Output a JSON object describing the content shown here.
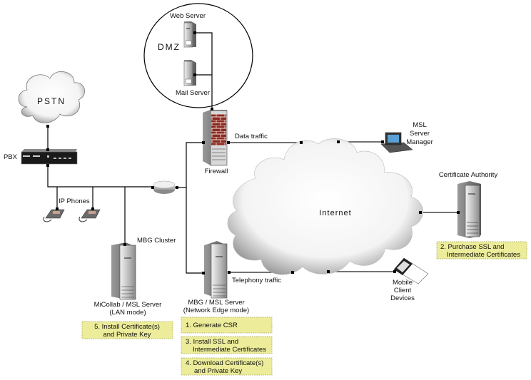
{
  "diagram": {
    "dmz": {
      "label": "DMZ",
      "web_server": "Web Server",
      "mail_server": "Mail Server"
    },
    "pstn": "PSTN",
    "pbx": "PBX",
    "ip_phones": "IP Phones",
    "firewall": "Firewall",
    "data_traffic": "Data traffic",
    "telephony_traffic": "Telephony traffic",
    "internet": "Internet",
    "msl_server_manager": [
      "MSL",
      "Server",
      "Manager"
    ],
    "certificate_authority": "Certificate Authority",
    "mbg_cluster": "MBG Cluster",
    "micollab_server": [
      "MiCollab / MSL Server",
      "(LAN mode)"
    ],
    "mbg_server": [
      "MBG / MSL Server",
      "(Network Edge mode)"
    ],
    "mobile_devices": [
      "Mobile",
      "Client",
      "Devices"
    ],
    "steps": {
      "step1": [
        "1. Generate CSR"
      ],
      "step2": [
        "2. Purchase SSL and",
        "Intermediate Certificates"
      ],
      "step3": [
        "3. Install SSL and",
        "Intermediate Certificates"
      ],
      "step4": [
        "4. Download Certificate(s)",
        "and Private Key"
      ],
      "step5": [
        "5. Install Certificate(s)",
        "and Private Key"
      ]
    }
  }
}
